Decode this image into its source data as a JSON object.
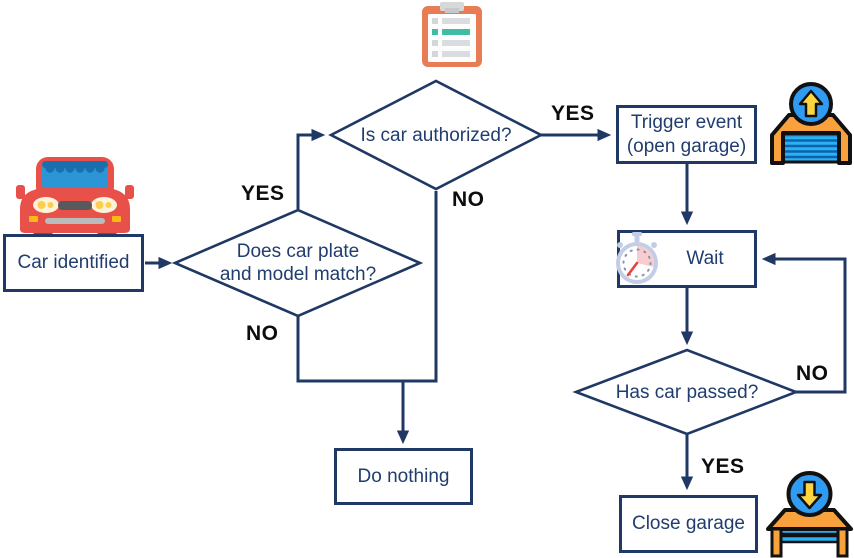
{
  "colors": {
    "line": "#1f3864",
    "node_text": "#203d6e",
    "edge_label_text": "#0d0d0d",
    "node_fill": "#ffffff",
    "car_red": "#e8504a",
    "windshield_blue": "#2b95d6",
    "clipboard_orange": "#e87c54",
    "clipboard_teal": "#40bda3",
    "garage_orange": "#f9a13c",
    "garage_door_blue": "#29b1f6",
    "badge_circle_blue": "#2f9bf2",
    "arrow_yellow": "#fed53e",
    "stopwatch_gray": "#c3cde8",
    "stopwatch_pink": "#f9cdd0",
    "stopwatch_hand_red": "#e8433e"
  },
  "nodes": {
    "car_identified": {
      "type": "process",
      "label": "Car identified"
    },
    "plate_match": {
      "type": "decision",
      "line1": "Does car plate",
      "line2": "and model match?"
    },
    "authorized": {
      "type": "decision",
      "label": "Is car authorized?"
    },
    "trigger_event": {
      "type": "process",
      "line1": "Trigger event",
      "line2": "(open garage)"
    },
    "wait": {
      "type": "process",
      "label": "Wait"
    },
    "do_nothing": {
      "type": "process",
      "label": "Do nothing"
    },
    "has_passed": {
      "type": "decision",
      "label": "Has car passed?"
    },
    "close_garage": {
      "type": "process",
      "label": "Close garage"
    }
  },
  "edge_labels": {
    "plate_match_yes": "YES",
    "plate_match_no": "NO",
    "authorized_yes": "YES",
    "authorized_no": "NO",
    "has_passed_yes": "YES",
    "has_passed_no": "NO"
  },
  "edges": [
    {
      "from": "car_identified",
      "to": "plate_match",
      "label": ""
    },
    {
      "from": "plate_match",
      "to": "authorized",
      "label": "YES"
    },
    {
      "from": "plate_match",
      "to": "do_nothing",
      "label": "NO"
    },
    {
      "from": "authorized",
      "to": "trigger_event",
      "label": "YES"
    },
    {
      "from": "authorized",
      "to": "do_nothing",
      "label": "NO"
    },
    {
      "from": "trigger_event",
      "to": "wait",
      "label": ""
    },
    {
      "from": "wait",
      "to": "has_passed",
      "label": ""
    },
    {
      "from": "has_passed",
      "to": "wait",
      "label": "NO"
    },
    {
      "from": "has_passed",
      "to": "close_garage",
      "label": "YES"
    }
  ],
  "icons": {
    "car": "car-icon",
    "checklist": "checklist-icon",
    "garage_open": "garage-open-icon",
    "stopwatch": "stopwatch-icon",
    "garage_close": "garage-close-icon"
  }
}
